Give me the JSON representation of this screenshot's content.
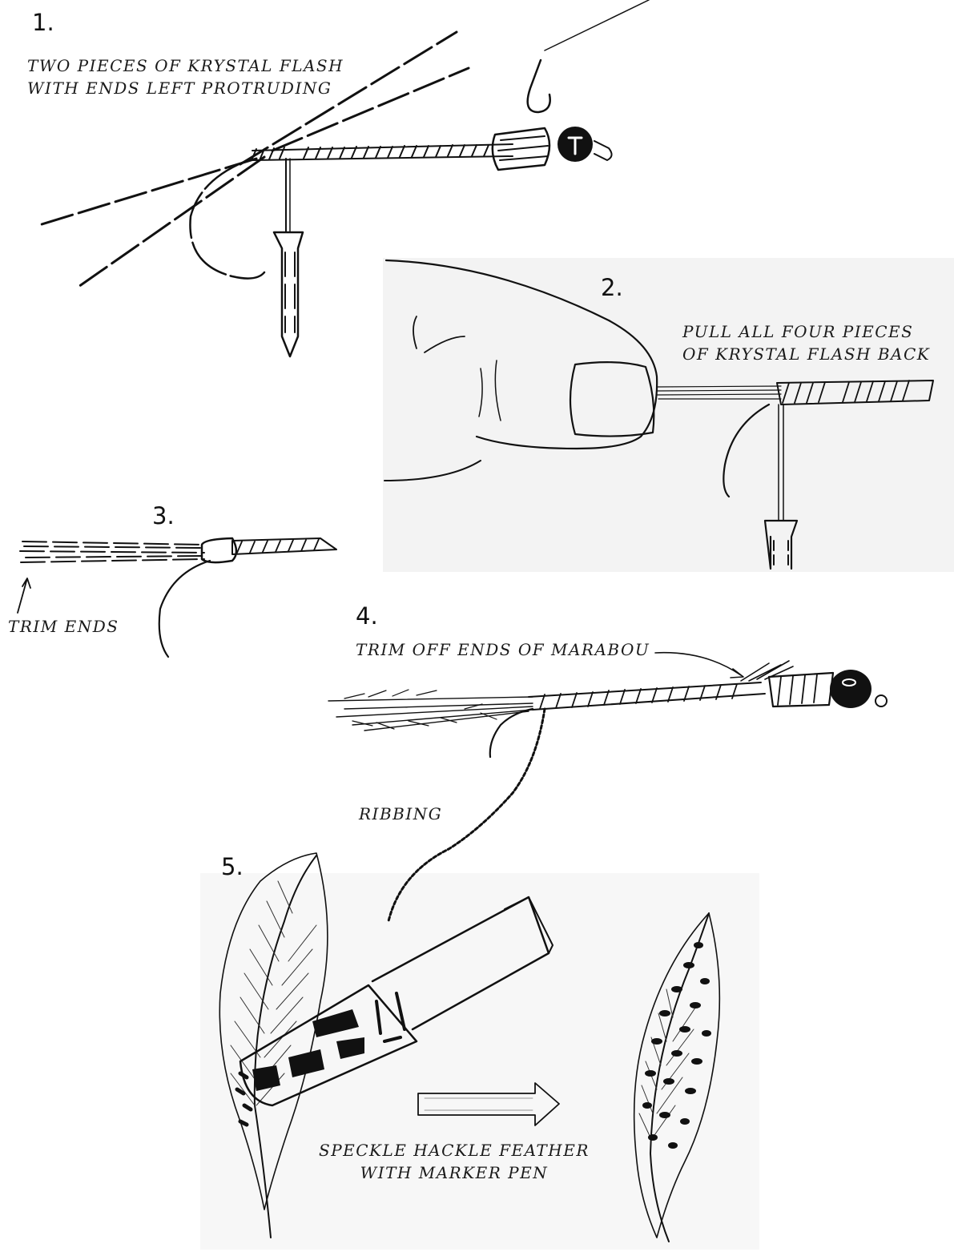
{
  "steps": [
    {
      "number": "1.",
      "caption_lines": [
        "TWO PIECES OF KRYSTAL FLASH",
        "WITH ENDS LEFT PROTRUDING"
      ]
    },
    {
      "number": "2.",
      "caption_lines": [
        "PULL ALL FOUR PIECES",
        "OF KRYSTAL FLASH BACK"
      ]
    },
    {
      "number": "3.",
      "caption_lines": [
        "TRIM ENDS"
      ]
    },
    {
      "number": "4.",
      "caption_lines": [
        "TRIM OFF ENDS OF MARABOU"
      ],
      "extra_label": "RIBBING"
    },
    {
      "number": "5.",
      "caption_lines": [
        "SPECKLE HACKLE FEATHER",
        "WITH MARKER PEN"
      ]
    }
  ],
  "colors": {
    "ink": "#111111",
    "panel_shade": "#f3f3f3"
  }
}
